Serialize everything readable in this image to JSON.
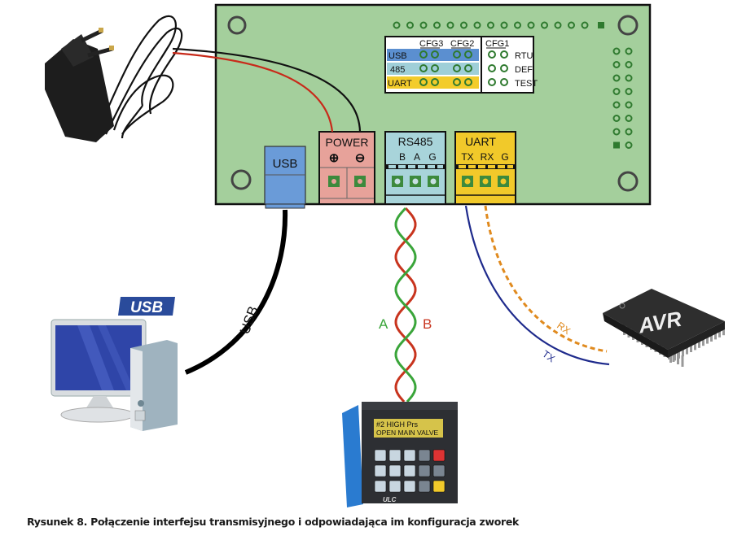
{
  "figure": {
    "caption": "Rysunek 8. Połączenie interfejsu transmisyjnego i odpowiadająca im konfiguracja zworek"
  },
  "board": {
    "jumper_block": {
      "headers": [
        "CFG3",
        "CFG2",
        "CFG1"
      ],
      "interface_rows": [
        {
          "label": "USB",
          "color": "#5b8fd0"
        },
        {
          "label": "485",
          "color": "#9fcfd8"
        },
        {
          "label": "UART",
          "color": "#f3cc2b"
        }
      ],
      "cfg1_rows": [
        "RTU",
        "DEF",
        "TEST"
      ]
    },
    "connectors": {
      "usb": {
        "label": "USB",
        "color": "#6a9bd8"
      },
      "power": {
        "label": "POWER",
        "pins": [
          "⊕",
          "⊖"
        ],
        "color": "#e7a29a"
      },
      "rs485": {
        "label": "RS485",
        "pins": [
          "B",
          "A",
          "G"
        ],
        "color": "#a8d4da"
      },
      "uart": {
        "label": "UART",
        "pins": [
          "TX",
          "RX",
          "G"
        ],
        "color": "#f1c92a"
      }
    },
    "color": "#a4cf9c"
  },
  "cables": {
    "usb_label": "USB",
    "rs485_a_label": "A",
    "rs485_b_label": "B",
    "uart_rx_label": "RX",
    "uart_tx_label": "TX",
    "colors": {
      "a_wire": "#3aa53a",
      "b_wire": "#c8341e",
      "tx_wire": "#1e2a8c",
      "rx_wire": "#e08a1e",
      "usb_wire": "#000000"
    }
  },
  "devices": {
    "pc_badge": "USB",
    "avr_label": "AVR",
    "hmi_line1": "#2 HIGH Prs",
    "hmi_line2": "OPEN MAIN VALVE",
    "hmi_brand": "ULC"
  }
}
